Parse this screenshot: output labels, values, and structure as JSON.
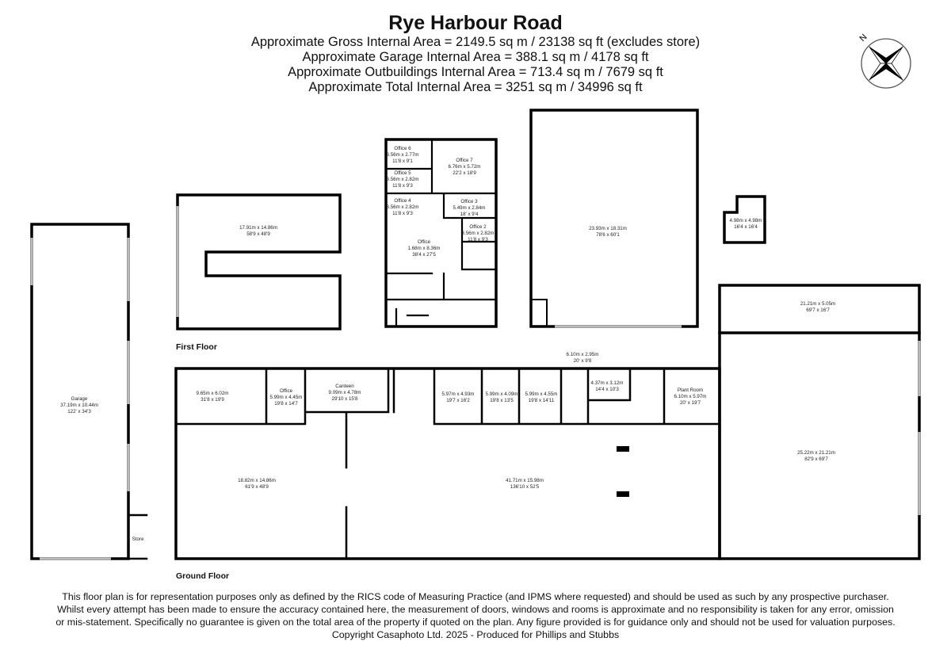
{
  "header": {
    "title": "Rye Harbour Road",
    "areas": [
      "Approximate Gross Internal Area = 2149.5 sq m / 23138 sq ft (excludes store)",
      "Approximate Garage Internal Area = 388.1 sq m / 4178 sq ft",
      "Approximate Outbuildings Internal Area = 713.4 sq m / 7679 sq ft",
      "Approximate Total Internal Area = 3251 sq m / 34996 sq ft"
    ]
  },
  "compass": {
    "label": "N",
    "icon": "compass-rose-icon"
  },
  "floors": {
    "first_floor": {
      "label": "First Floor"
    },
    "ground_floor": {
      "label": "Ground Floor"
    }
  },
  "rooms": {
    "first_floor_main": {
      "name": "",
      "metric": "17.91m x 14.86m",
      "imperial": "58'9 x 48'9"
    },
    "office_6": {
      "name": "Office 6",
      "metric": "3.56m x 2.77m",
      "imperial": "11'8 x 9'1"
    },
    "office_5": {
      "name": "Office 5",
      "metric": "3.56m x 2.82m",
      "imperial": "11'8 x 9'3"
    },
    "office_4": {
      "name": "Office 4",
      "metric": "3.56m x 2.82m",
      "imperial": "11'8 x 9'3"
    },
    "office_7": {
      "name": "Office 7",
      "metric": "6.76m x 5.72m",
      "imperial": "22'2 x 18'9"
    },
    "office_3": {
      "name": "Office 3",
      "metric": "5.49m x 2.84m",
      "imperial": "18' x 9'4"
    },
    "office_2": {
      "name": "Office 2",
      "metric": "3.56m x 2.82m",
      "imperial": "11'8 x 9'3"
    },
    "office_main": {
      "name": "Office",
      "metric": "1.68m x 8.36m",
      "imperial": "38'4 x 27'5"
    },
    "outbuilding_large": {
      "name": "",
      "metric": "23.93m x 18.31m",
      "imperial": "78'6 x 60'1"
    },
    "outbuilding_small": {
      "name": "",
      "metric": "4.98m x 4.98m",
      "imperial": "16'4 x 16'4"
    },
    "outbuilding_strip": {
      "name": "",
      "metric": "21.21m x 5.05m",
      "imperial": "69'7 x 16'7"
    },
    "garage": {
      "name": "Garage",
      "metric": "37.19m x 10.44m",
      "imperial": "122' x 34'3"
    },
    "store": {
      "name": "Store"
    },
    "gf_room_a": {
      "name": "",
      "metric": "9.65m x 6.02m",
      "imperial": "31'8 x 19'9"
    },
    "gf_office": {
      "name": "Office",
      "metric": "5.99m x 4.45m",
      "imperial": "19'8 x 14'7"
    },
    "canteen": {
      "name": "Canteen",
      "metric": "9.09m x 4.78m",
      "imperial": "29'10 x 15'8"
    },
    "gf_room_b": {
      "name": "",
      "metric": "5.97m x 4.93m",
      "imperial": "19'7 x 16'2"
    },
    "gf_room_c": {
      "name": "",
      "metric": "5.99m x 4.09m",
      "imperial": "19'8 x 13'5"
    },
    "gf_room_d": {
      "name": "",
      "metric": "5.99m x 4.55m",
      "imperial": "19'8 x 14'11"
    },
    "gf_room_e": {
      "name": "",
      "metric": "6.10m x 2.95m",
      "imperial": "20' x 9'8"
    },
    "gf_room_f": {
      "name": "",
      "metric": "4.37m x 3.12m",
      "imperial": "14'4 x 10'3"
    },
    "plant_room": {
      "name": "Plant Room",
      "metric": "6.10m x 5.97m",
      "imperial": "20' x 19'7"
    },
    "gf_warehouse_left": {
      "name": "",
      "metric": "18.82m x 14.86m",
      "imperial": "61'9 x 48'9"
    },
    "gf_warehouse_mid": {
      "name": "",
      "metric": "41.71m x 15.98m",
      "imperial": "136'10 x 52'5"
    },
    "gf_warehouse_right": {
      "name": "",
      "metric": "25.22m x 21.21m",
      "imperial": "82'9 x 69'7"
    }
  },
  "footer": {
    "disclaimer": "This floor plan is for representation purposes only as defined by the RICS code of Measuring Practice (and IPMS where requested) and should be used as such by any prospective purchaser. Whilst every attempt has been made to ensure the accuracy contained here, the measurement of doors, windows and rooms is approximate and no responsibility is taken for any error, omission or mis-statement. Specifically no guarantee is given on the total area of the property if quoted on the plan. Any figure provided is for guidance only and should not be used for valuation purposes.",
    "copyright": "Copyright Casaphoto Ltd. 2025 - Produced for Phillips and Stubbs"
  }
}
